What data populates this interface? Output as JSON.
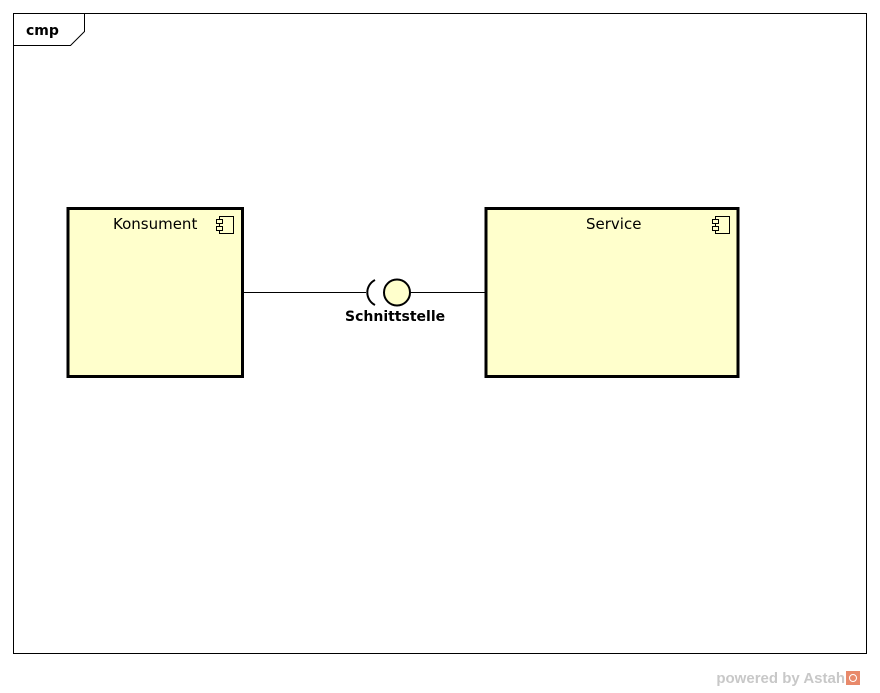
{
  "frame": {
    "label": "cmp"
  },
  "components": {
    "consumer": {
      "name": "Konsument",
      "fill": "#FFFFCC"
    },
    "service": {
      "name": "Service",
      "fill": "#FFFFCC"
    }
  },
  "interface": {
    "name": "Schnittstelle",
    "fill": "#FFFFCC"
  },
  "footer": {
    "text": "powered by Astah"
  },
  "colors": {
    "line": "#000000",
    "footer_text": "#C8C8C8",
    "logo": "#E8896A"
  }
}
